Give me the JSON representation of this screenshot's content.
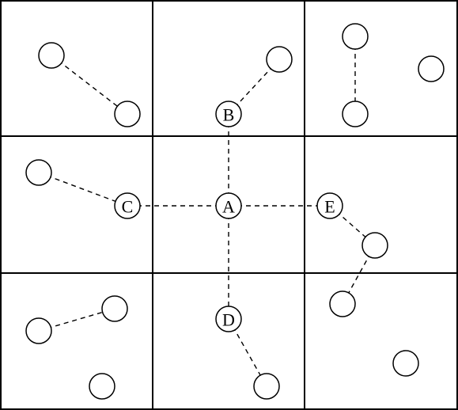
{
  "diagram": {
    "labels": {
      "A": "A",
      "B": "B",
      "C": "C",
      "D": "D",
      "E": "E"
    },
    "colors": {
      "stroke": "#000000",
      "background": "#ffffff"
    }
  }
}
